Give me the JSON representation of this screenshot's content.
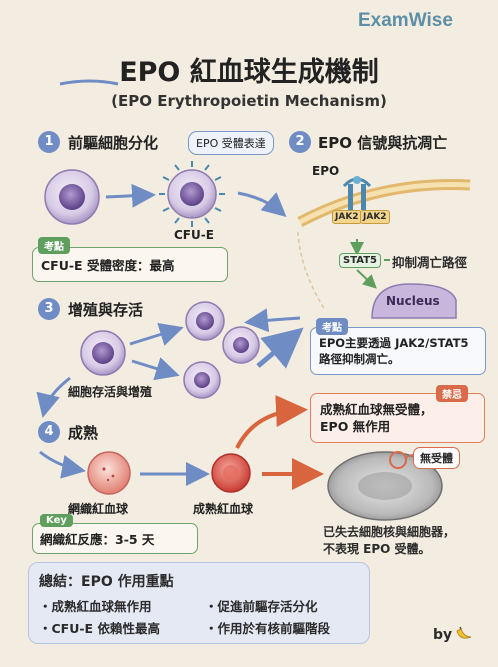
{
  "brand": "ExamWise",
  "title": "EPO 紅血球生成機制",
  "subtitle": "(EPO Erythropoietin Mechanism)",
  "sections": {
    "s1": {
      "num": "1",
      "title": "前驅細胞分化"
    },
    "s2": {
      "num": "2",
      "title": "EPO 信號與抗凋亡"
    },
    "s3": {
      "num": "3",
      "title": "增殖與存活"
    },
    "s4": {
      "num": "4",
      "title": "成熟"
    }
  },
  "epo_expression_pill": "EPO 受體表達",
  "cfu_e_label": "CFU-E",
  "note1": {
    "tag": "考點",
    "text": "CFU-E 受體密度：最高"
  },
  "signal": {
    "epo": "EPO",
    "jak2_left": "JAK2",
    "jak2_right": "JAK2",
    "stat5": "STAT5",
    "stat5_label": "抑制凋亡路徑",
    "nucleus": "Nucleus"
  },
  "note2": {
    "tag": "考點",
    "line1": "EPO主要透過 JAK2/STAT5",
    "line2": "路徑抑制凋亡。"
  },
  "survival_label": "細胞存活與增殖",
  "forbidden": {
    "tag": "禁忌",
    "line1": "成熟紅血球無受體，",
    "line2": "EPO 無作用"
  },
  "reticulocyte_label": "網織紅血球",
  "mature_rbc_label": "成熟紅血球",
  "note3": {
    "tag": "Key",
    "text": "網織紅反應：3-5 天"
  },
  "no_receptor": "無受體",
  "lost_text": {
    "line1": "已失去細胞核與細胞器，",
    "line2": "不表現 EPO 受體。"
  },
  "summary": {
    "title": "總結：EPO 作用重點",
    "items": [
      "・成熟紅血球無作用",
      "・促進前驅存活分化",
      "・CFU-E 依賴性最高",
      "・作用於有核前驅階段"
    ]
  },
  "by_label": "by",
  "colors": {
    "accent_blue": "#6f8cc4",
    "green": "#5f9f5e",
    "red": "#d96a4a",
    "bg": "#f3ece1"
  },
  "icons": {
    "banana": "banana-icon"
  }
}
